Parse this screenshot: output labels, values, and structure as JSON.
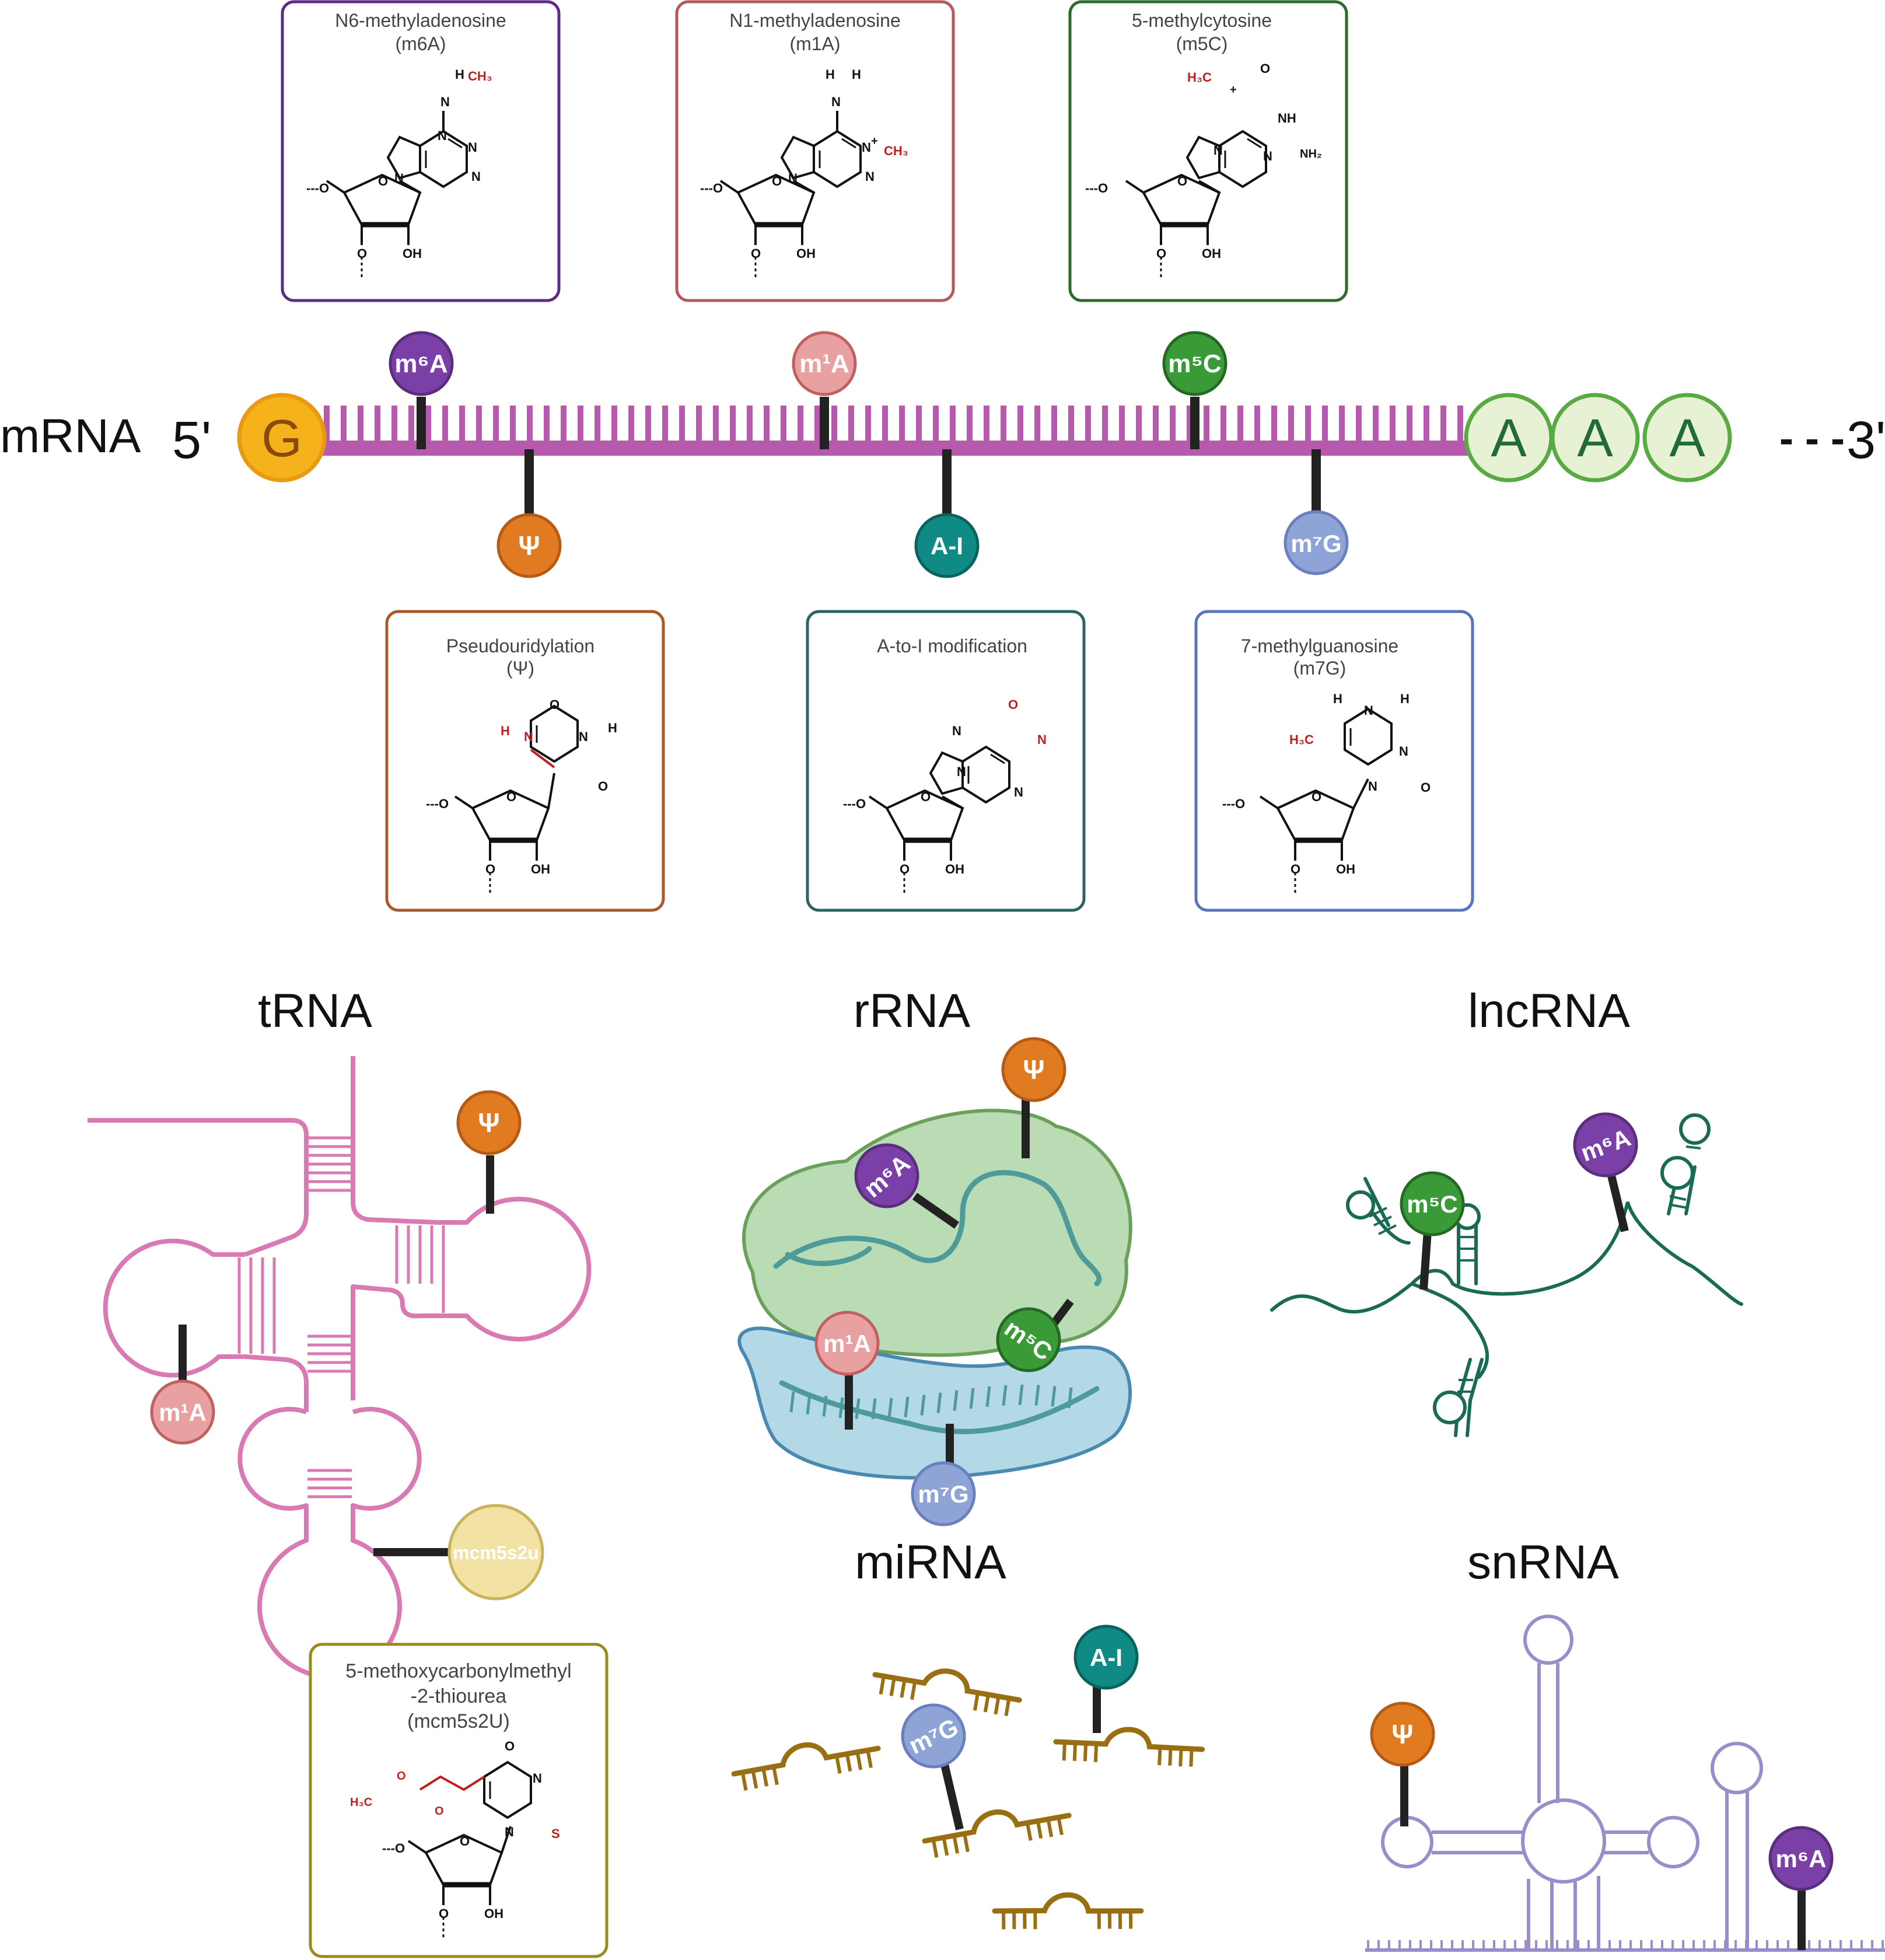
{
  "mrna": {
    "label": "mRNA",
    "five_prime": "5'",
    "three_prime": "3'",
    "cap": "G",
    "tail": [
      "A",
      "A",
      "A"
    ],
    "tail_dashes": "- - -"
  },
  "badges": {
    "m6A": "m⁶A",
    "m1A": "m¹A",
    "m5C": "m⁵C",
    "psi": "Ψ",
    "AI": "A-I",
    "m7G": "m⁷G",
    "mcm5s2u": "mcm5s2u"
  },
  "boxes": {
    "m6a": {
      "line1": "N6-methyladenosine",
      "line2": "(m6A)"
    },
    "m1a": {
      "line1": "N1-methyladenosine",
      "line2": "(m1A)"
    },
    "m5c": {
      "line1": "5-methylcytosine",
      "line2": "(m5C)"
    },
    "psi": {
      "line1": "Pseudouridylation",
      "line2": "(Ψ)"
    },
    "ai": {
      "line1": "A-to-I modification",
      "line2": ""
    },
    "m7g": {
      "line1": "7-methylguanosine",
      "line2": "(m7G)"
    },
    "mcm": {
      "line1": "5-methoxycarbonylmethyl",
      "line2": "-2-thiourea",
      "line3": "(mcm5s2U)"
    }
  },
  "chem": {
    "N": "N",
    "O": "O",
    "H": "H",
    "S": "S",
    "OH": "OH",
    "NH": "NH",
    "NH2": "NH₂",
    "CH3": "CH₃",
    "H3C": "H₃C",
    "plus": "+",
    "dashO": "---O"
  },
  "sections": {
    "trna": "tRNA",
    "rrna": "rRNA",
    "lncrna": "lncRNA",
    "mirna": "miRNA",
    "snrna": "snRNA"
  },
  "colors": {
    "m6A": "#7b3fa8",
    "m1A": "#e8a0a0",
    "m5C": "#3a9a38",
    "psi": "#e07b22",
    "AI": "#0f8a85",
    "m7G": "#8fa4d6",
    "mcm": "#f2e3a4",
    "backbone": "#b55aad",
    "trna": "#d97ab3",
    "mirna": "#9a6e12",
    "lnc": "#1a6b55",
    "snrna": "#9b8ccc"
  }
}
